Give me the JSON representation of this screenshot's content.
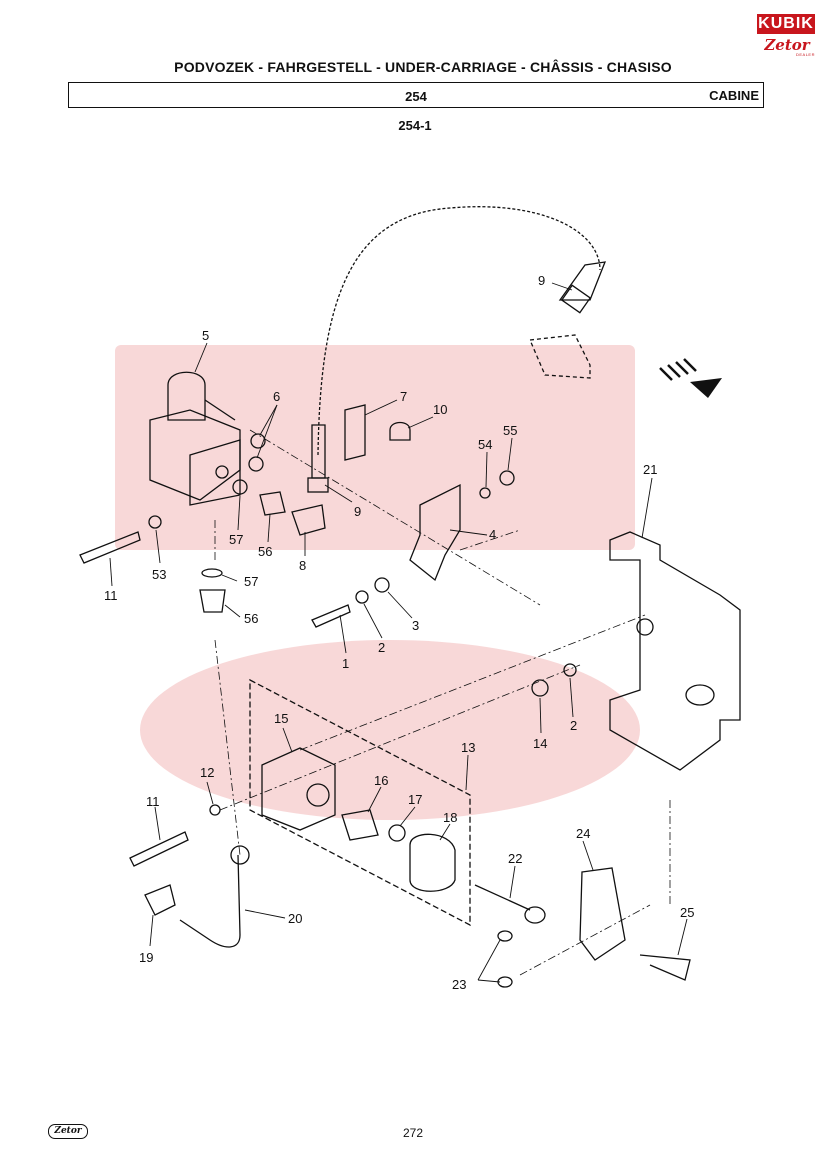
{
  "header": {
    "title": "PODVOZEK - FAHRGESTELL - UNDER-CARRIAGE - CHÂSSIS - CHASISO",
    "group_number": "254",
    "group_label": "CABINE",
    "subgroup": "254-1"
  },
  "brand": {
    "top_text": "KUBIK",
    "bottom_text": "Zetor",
    "sub_text": "DEALER",
    "footer_text": "Zetor",
    "accent_color": "#c8161d"
  },
  "watermark": {
    "color": "#f7d4d4"
  },
  "callouts": [
    "9",
    "5",
    "6",
    "7",
    "10",
    "54",
    "55",
    "21",
    "9",
    "4",
    "57",
    "56",
    "8",
    "53",
    "11",
    "57",
    "56",
    "3",
    "1",
    "2",
    "2",
    "14",
    "15",
    "13",
    "12",
    "16",
    "17",
    "18",
    "11",
    "24",
    "22",
    "20",
    "19",
    "25",
    "23"
  ],
  "footer": {
    "page_number": "272"
  }
}
